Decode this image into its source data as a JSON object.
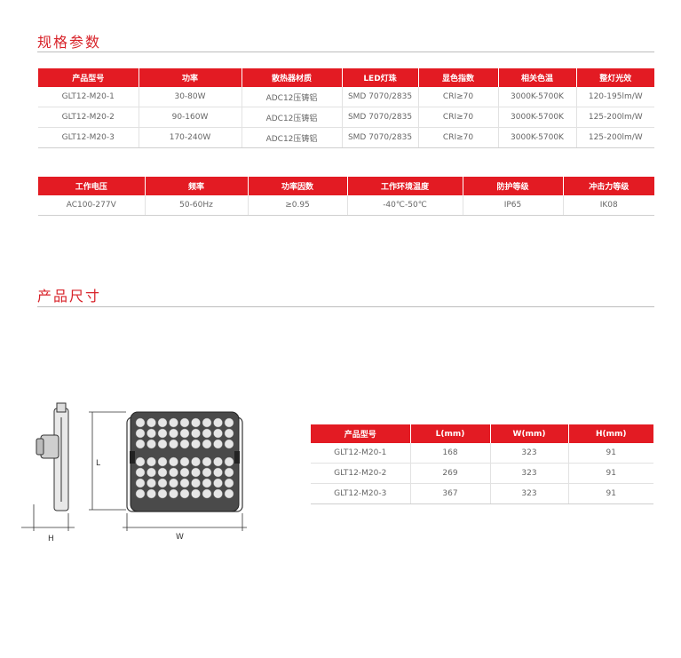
{
  "spec_section": {
    "title": "规格参数"
  },
  "spec_table": {
    "headers": [
      "产品型号",
      "功率",
      "散热器材质",
      "LED灯珠",
      "显色指数",
      "相关色温",
      "整灯光效"
    ],
    "rows": [
      [
        "GLT12-M20-1",
        "30-80W",
        "ADC12压铸铝",
        "SMD 7070/2835",
        "CRI≥70",
        "3000K-5700K",
        "120-195lm/W"
      ],
      [
        "GLT12-M20-2",
        "90-160W",
        "ADC12压铸铝",
        "SMD 7070/2835",
        "CRI≥70",
        "3000K-5700K",
        "125-200lm/W"
      ],
      [
        "GLT12-M20-3",
        "170-240W",
        "ADC12压铸铝",
        "SMD 7070/2835",
        "CRI≥70",
        "3000K-5700K",
        "125-200lm/W"
      ]
    ]
  },
  "elec_table": {
    "headers": [
      "工作电压",
      "频率",
      "功率因数",
      "工作环境温度",
      "防护等级",
      "冲击力等级"
    ],
    "rows": [
      [
        "AC100-277V",
        "50-60Hz",
        "≥0.95",
        "-40℃-50℃",
        "IP65",
        "IK08"
      ]
    ]
  },
  "size_section": {
    "title": "产品尺寸"
  },
  "size_table": {
    "headers": [
      "产品型号",
      "L(mm)",
      "W(mm)",
      "H(mm)"
    ],
    "rows": [
      [
        "GLT12-M20-1",
        "168",
        "323",
        "91"
      ],
      [
        "GLT12-M20-2",
        "269",
        "323",
        "91"
      ],
      [
        "GLT12-M20-3",
        "367",
        "323",
        "91"
      ]
    ]
  },
  "drawing": {
    "label_l": "L",
    "label_w": "W",
    "label_h": "H"
  }
}
